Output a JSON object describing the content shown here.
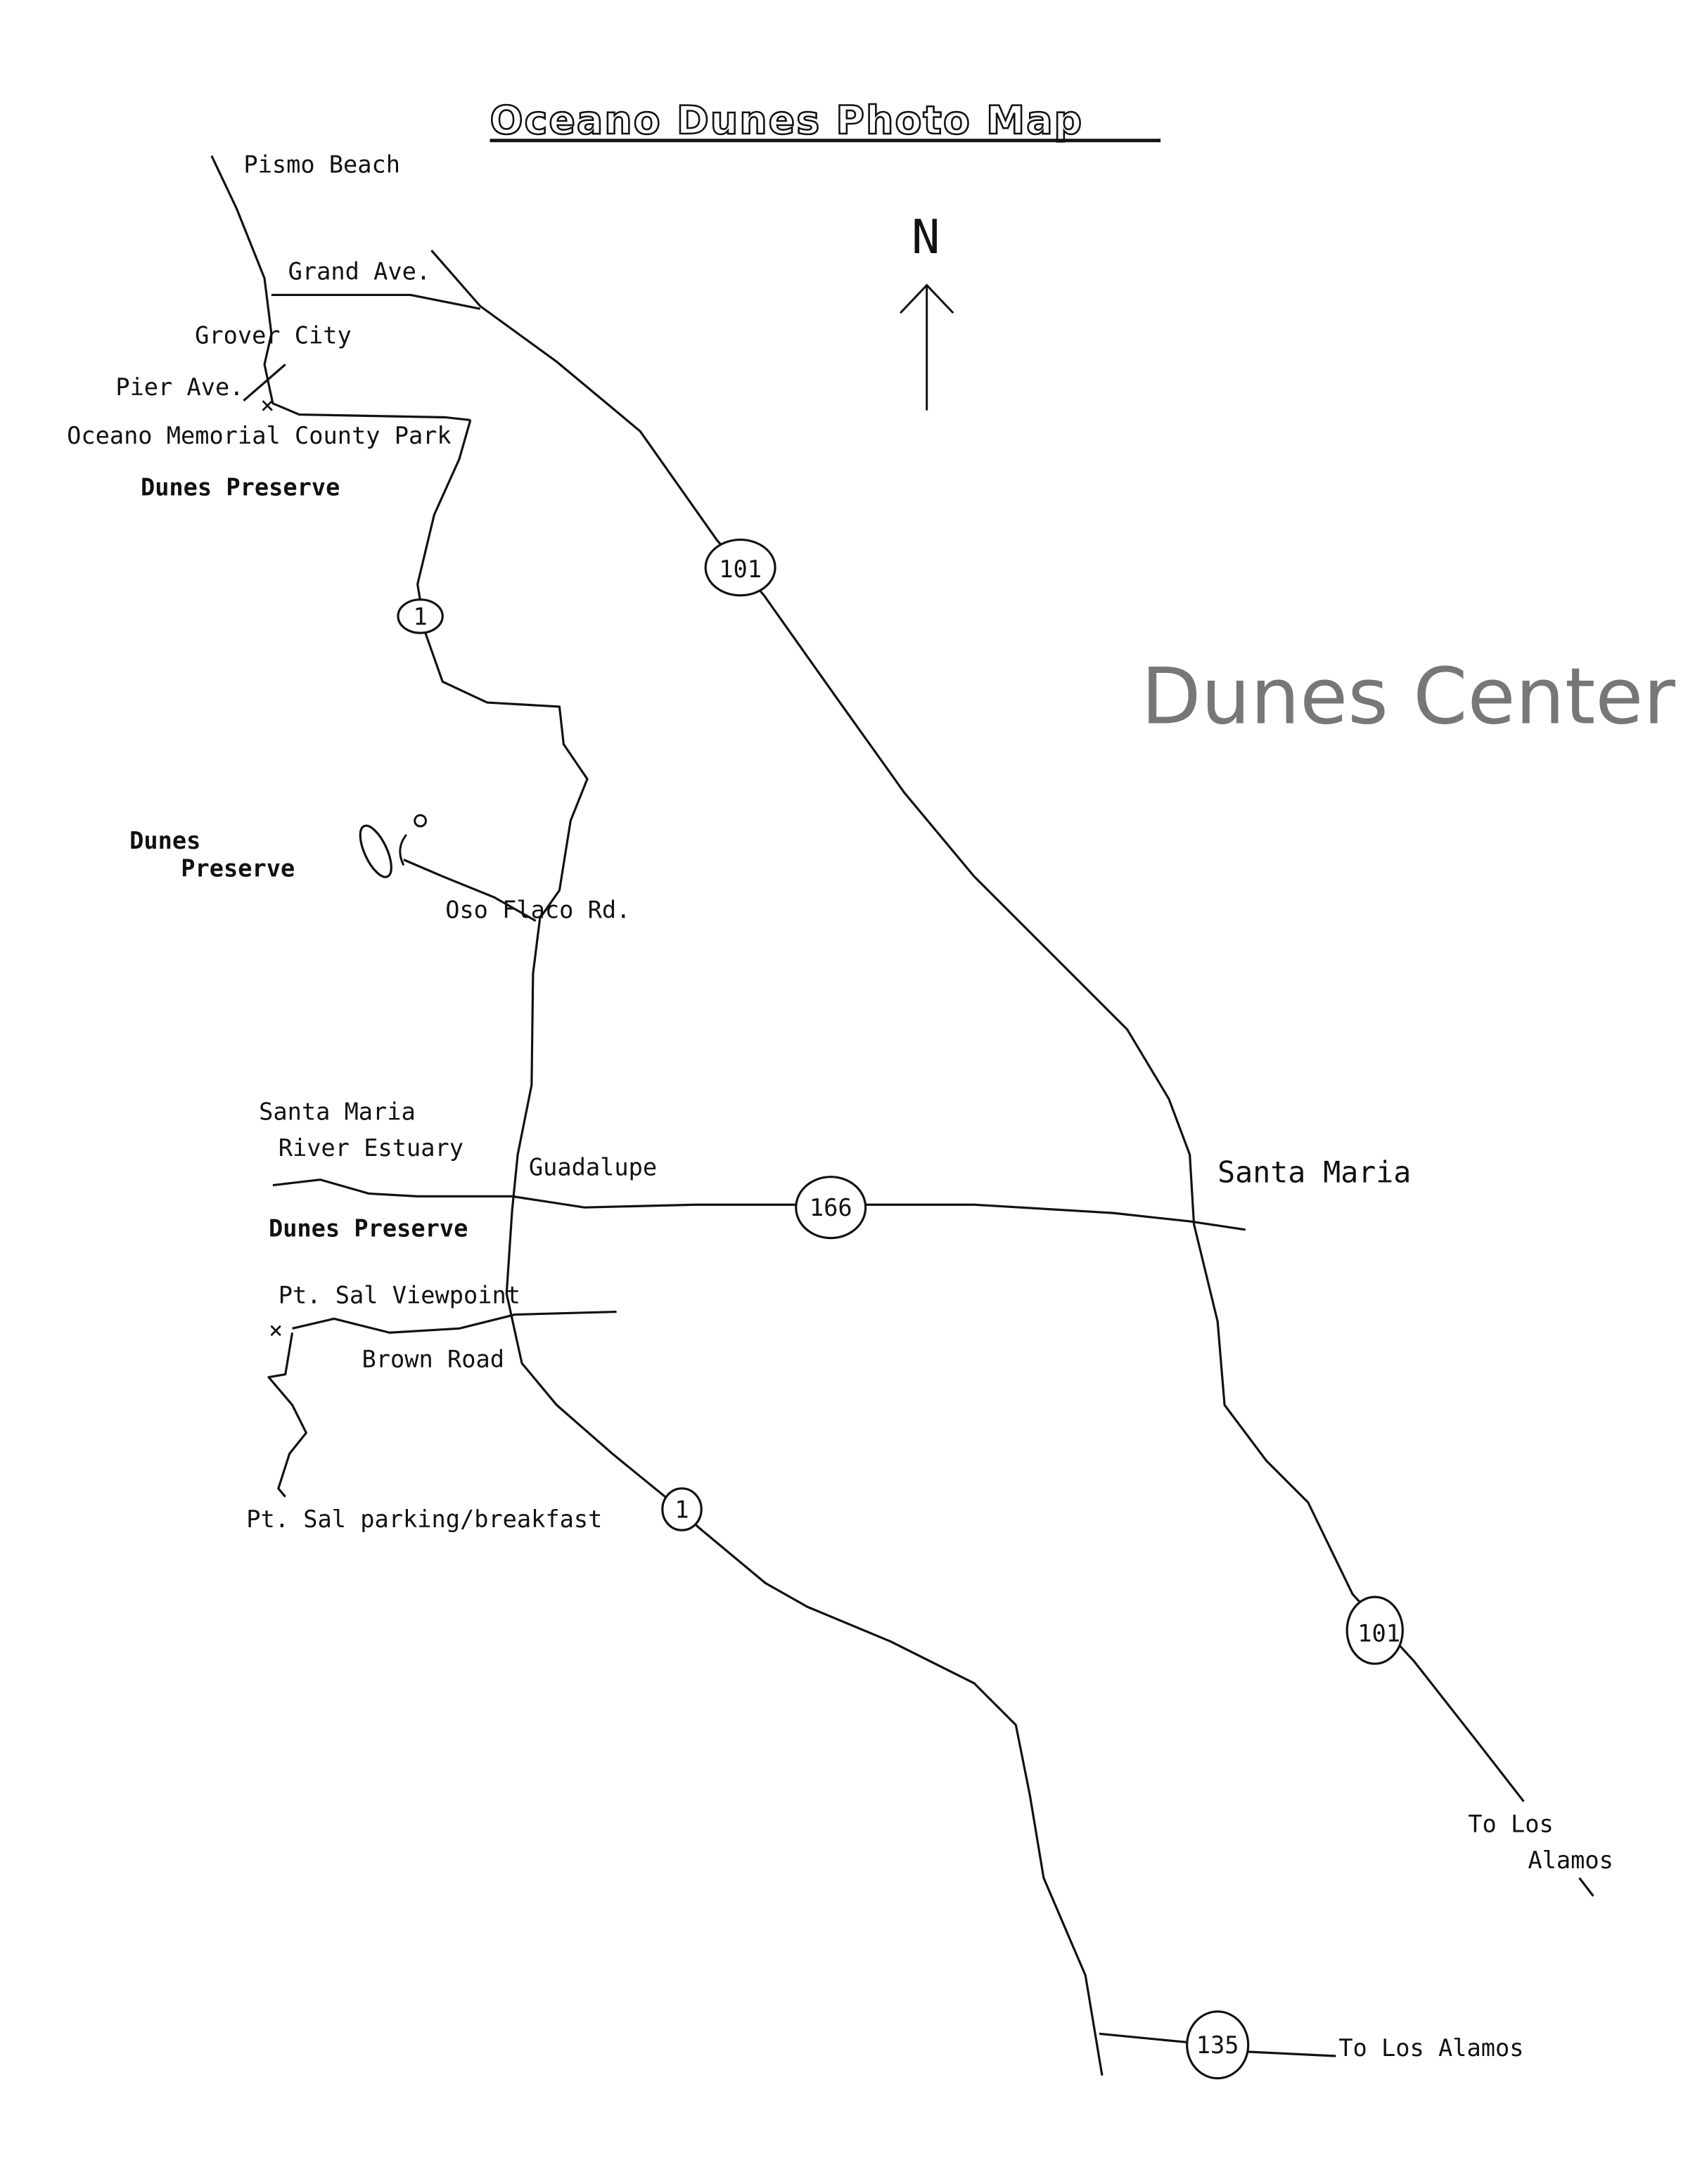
{
  "title": "Oceano Dunes Photo Map",
  "watermark": "Dunes Center",
  "north_label": "N",
  "places": {
    "pismo_beach": "Pismo Beach",
    "grand_ave": "Grand Ave.",
    "grover_city": "Grover City",
    "pier_ave": "Pier Ave.",
    "oceano_park": "Oceano Memorial County Park",
    "dunes_preserve_1": "Dunes Preserve",
    "dunes_preserve_2a": "Dunes",
    "dunes_preserve_2b": "Preserve",
    "oso_flaco": "Oso Flaco Rd.",
    "estuary_1": "Santa Maria",
    "estuary_2": "River Estuary",
    "guadalupe": "Guadalupe",
    "santa_maria": "Santa Maria",
    "dunes_preserve_3": "Dunes Preserve",
    "pt_sal_viewpoint": "Pt. Sal Viewpoint",
    "brown_road": "Brown Road",
    "pt_sal_parking": "Pt. Sal parking/breakfast",
    "to_los_alamos_1a": "To Los",
    "to_los_alamos_1b": "Alamos",
    "to_los_alamos_2": "To Los Alamos"
  },
  "shields": {
    "hwy101_north": "101",
    "hwy1_north": "1",
    "hwy166": "166",
    "hwy1_south": "1",
    "hwy101_south": "101",
    "hwy135": "135"
  }
}
